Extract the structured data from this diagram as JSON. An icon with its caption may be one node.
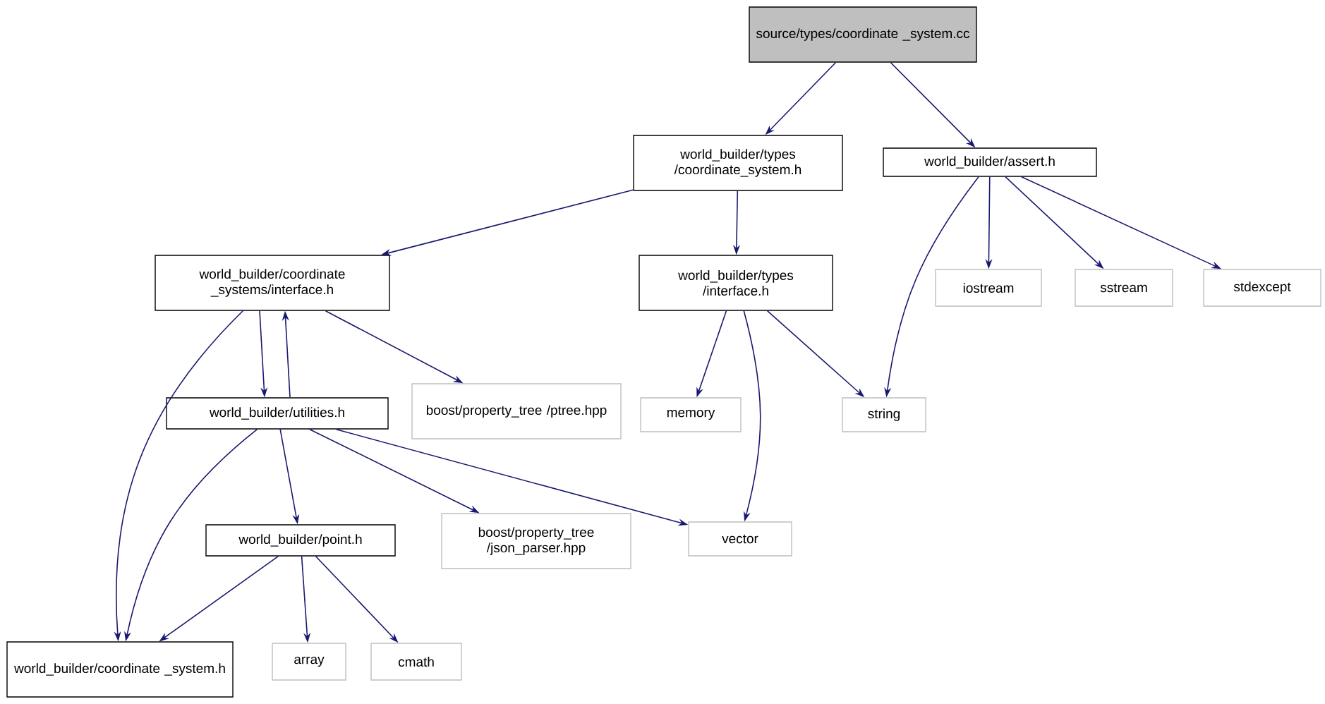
{
  "diagram": {
    "nodes": [
      {
        "text": [
          "source/types/coordinate _system.cc"
        ]
      },
      {
        "text": [
          "world_builder/types /coordinate_system.h"
        ]
      },
      {
        "text": [
          "world_builder/assert.h"
        ]
      },
      {
        "text": [
          "world_builder/coordinate _systems/interface.h"
        ]
      },
      {
        "text": [
          "world_builder/types /interface.h"
        ]
      },
      {
        "text": [
          "iostream"
        ]
      },
      {
        "text": [
          "sstream"
        ]
      },
      {
        "text": [
          "stdexcept"
        ]
      },
      {
        "text": [
          "boost/property_tree /ptree.hpp"
        ]
      },
      {
        "text": [
          "world_builder/utilities.h"
        ]
      },
      {
        "text": [
          "memory"
        ]
      },
      {
        "text": [
          "string"
        ]
      },
      {
        "text": [
          "boost/property_tree /json_parser.hpp"
        ]
      },
      {
        "text": [
          "vector"
        ]
      },
      {
        "text": [
          "world_builder/point.h"
        ]
      },
      {
        "text": [
          "world_builder/coordinate _system.h"
        ]
      },
      {
        "text": [
          "array"
        ]
      },
      {
        "text": [
          "cmath"
        ]
      }
    ],
    "edges": [
      {
        "from": 0,
        "to": 1,
        "arrow": "to"
      },
      {
        "from": 0,
        "to": 2,
        "arrow": "to"
      },
      {
        "from": 1,
        "to": 3,
        "arrow": "to"
      },
      {
        "from": 1,
        "to": 4,
        "arrow": "to"
      },
      {
        "from": 2,
        "to": 11,
        "arrow": "to"
      },
      {
        "from": 2,
        "to": 5,
        "arrow": "to"
      },
      {
        "from": 2,
        "to": 6,
        "arrow": "to"
      },
      {
        "from": 2,
        "to": 7,
        "arrow": "to"
      },
      {
        "from": 3,
        "to": 9,
        "arrow": "to"
      },
      {
        "from": 3,
        "to": 8,
        "arrow": "to"
      },
      {
        "from": 3,
        "to": 15,
        "arrow": "to"
      },
      {
        "from": 9,
        "to": 3,
        "arrow": "to"
      },
      {
        "from": 4,
        "to": 10,
        "arrow": "to"
      },
      {
        "from": 4,
        "to": 11,
        "arrow": "to"
      },
      {
        "from": 4,
        "to": 13,
        "arrow": "to"
      },
      {
        "from": 9,
        "to": 14,
        "arrow": "to"
      },
      {
        "from": 9,
        "to": 12,
        "arrow": "to"
      },
      {
        "from": 9,
        "to": 13,
        "arrow": "to"
      },
      {
        "from": 9,
        "to": 15,
        "arrow": "to"
      },
      {
        "from": 14,
        "to": 15,
        "arrow": "to"
      },
      {
        "from": 14,
        "to": 16,
        "arrow": "to"
      },
      {
        "from": 14,
        "to": 17,
        "arrow": "to"
      }
    ]
  }
}
